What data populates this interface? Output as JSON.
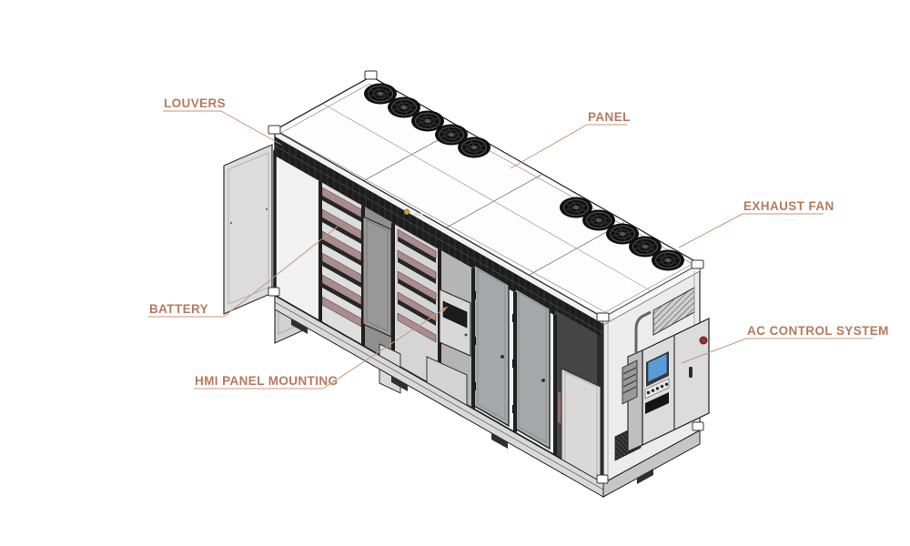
{
  "diagram": {
    "subject": "battery-energy-storage-container",
    "view": "isometric-technical-illustration"
  },
  "colors": {
    "label_text": "#b8795e",
    "leader_line": "#c89479",
    "outline": "#2d2d2d",
    "roof": "#fdfdfd",
    "wall": "#f1f1f1",
    "door_open": "#dcdcdc",
    "door_closed": "#a6a9a9",
    "louver_band": "#1d1d1d",
    "battery_module": "#ab8c8c",
    "fan_dark": "#101010",
    "hmi_screen": "#5b9bd5",
    "knob_red": "#993333"
  },
  "labels": {
    "louvers": {
      "text": "LOUVERS"
    },
    "panel": {
      "text": "PANEL"
    },
    "exhaust_fan": {
      "text": "EXHAUST FAN"
    },
    "battery": {
      "text": "BATTERY"
    },
    "hmi_panel_mounting": {
      "text": "HMI PANEL MOUNTING"
    },
    "ac_control_system": {
      "text": "AC CONTROL SYSTEM"
    }
  }
}
